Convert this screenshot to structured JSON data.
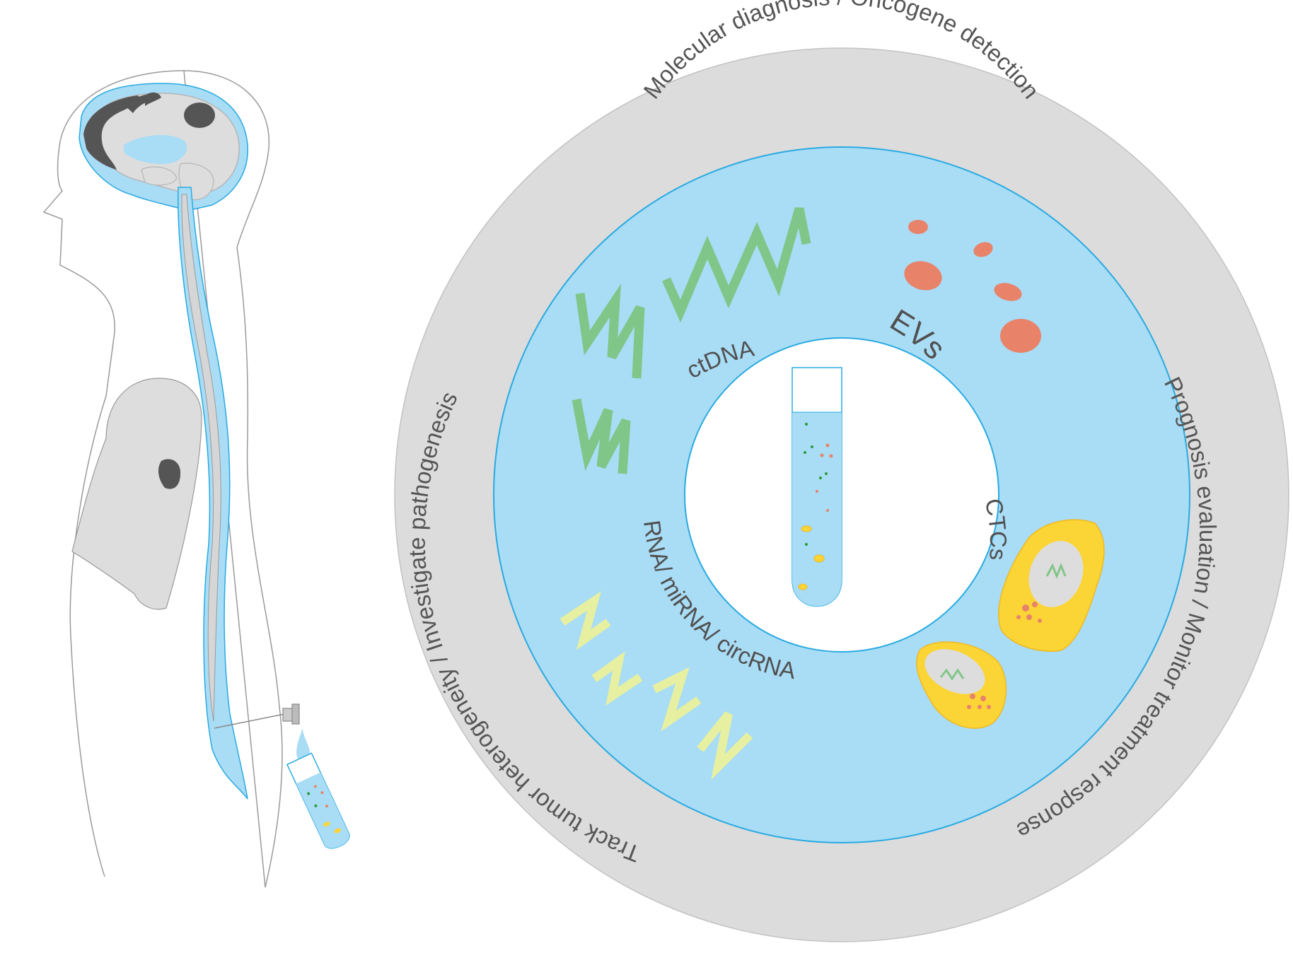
{
  "colors": {
    "outer_ring": "#dcdcdc",
    "csf_blue": "#a9dcf5",
    "line_blue": "#29aae1",
    "body_line": "#9a9a9a",
    "organ_gray": "#dddddd",
    "tumor_dark": "#555555",
    "ctdna_green": "#80c688",
    "rna_yellowgreen": "#e6f0a0",
    "ev_salmon": "#e8836a",
    "ctc_yellow": "#fbd535",
    "text": "#555555"
  },
  "outer_ring_labels": {
    "top": "Molecular diagnosis / Oncogene detection",
    "right": "Prognosis evaluation / Monitor treatment response",
    "left": "Track tumor heterogeneity / Investigate pathogenesis"
  },
  "inner_ring_labels": {
    "ctdna": "ctDNA",
    "evs": "EVs",
    "ctcs": "CTCs",
    "rna": "RNA/ miRNA/ circRNA"
  },
  "icons": {
    "human": "human-silhouette-icon",
    "brain": "brain-icon",
    "lung": "lung-icon",
    "tube": "test-tube-icon",
    "needle": "lumbar-puncture-needle-icon",
    "drop": "csf-drop-icon"
  }
}
